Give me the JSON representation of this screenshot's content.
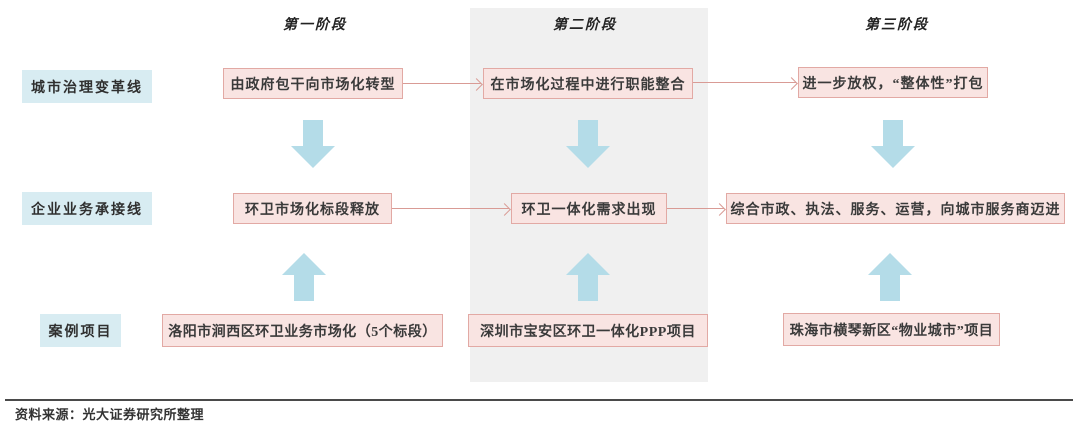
{
  "stage_headers": [
    "第一阶段",
    "第二阶段",
    "第三阶段"
  ],
  "rows": [
    {
      "label": "城市治理变革线",
      "boxes": [
        "由政府包干向市场化转型",
        "在市场化过程中进行职能整合",
        "进一步放权，“整体性”打包"
      ]
    },
    {
      "label": "企业业务承接线",
      "boxes": [
        "环卫市场化标段释放",
        "环卫一体化需求出现",
        "综合市政、执法、服务、运营，向城市服务商迈进"
      ]
    },
    {
      "label": "案例项目",
      "boxes": [
        "洛阳市涧西区环卫业务市场化（5个标段）",
        "深圳市宝安区环卫一体化PPP项目",
        "珠海市横琴新区“物业城市”项目"
      ]
    }
  ],
  "footer": {
    "source": "资料来源：光大证券研究所整理"
  },
  "colors": {
    "label_bg": "#d8ecf2",
    "box_bg": "#f9e4e2",
    "box_border": "#e2a9a4",
    "flow_arrow": "#d99b95",
    "block_arrow": "#b4dce8",
    "stage_bg": "#f0f0f0",
    "text": "#333333",
    "divider": "#4a4a4a"
  }
}
